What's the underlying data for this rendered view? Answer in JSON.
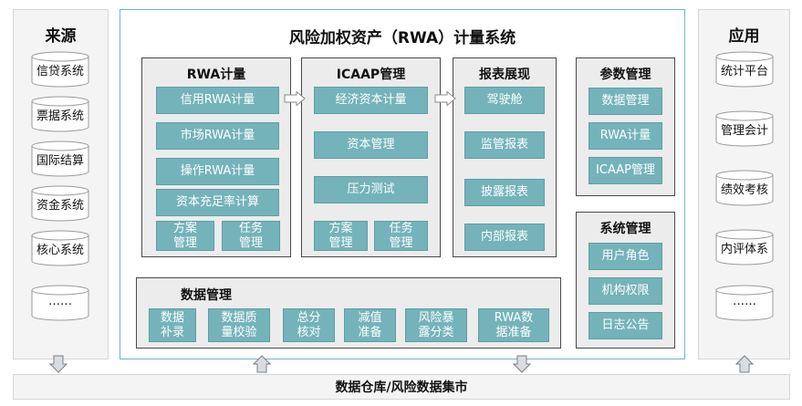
{
  "title": "风险加权资产（RWA）计量系统",
  "source": {
    "title": "来源",
    "items": [
      "信贷系统",
      "票据系统",
      "国际结算",
      "资金系统",
      "核心系统",
      "……"
    ]
  },
  "application": {
    "title": "应用",
    "items": [
      "统计平台",
      "管理会计",
      "绩效考核",
      "内评体系",
      "……"
    ]
  },
  "rwa_calc": {
    "title": "RWA计量",
    "items": [
      "信用RWA计量",
      "市场RWA计量",
      "操作RWA计量",
      "资本充足率计算"
    ],
    "sub_left": "方案\n管理",
    "sub_right": "任务\n管理"
  },
  "icaap": {
    "title": "ICAAP管理",
    "items": [
      "经济资本计量",
      "资本管理",
      "压力测试"
    ],
    "sub_left": "方案\n管理",
    "sub_right": "任务\n管理"
  },
  "report": {
    "title": "报表展现",
    "items": [
      "驾驶舱",
      "监管报表",
      "披露报表",
      "内部报表"
    ]
  },
  "params": {
    "title": "参数管理",
    "items": [
      "数据管理",
      "RWA计量",
      "ICAAP管理"
    ]
  },
  "sysmgmt": {
    "title": "系统管理",
    "items": [
      "用户角色",
      "机构权限",
      "日志公告"
    ]
  },
  "datamgmt": {
    "title": "数据管理",
    "items": [
      "数据\n补录",
      "数据质\n量校验",
      "总分\n核对",
      "减值\n准备",
      "风险暴\n露分类",
      "RWA数\n据准备"
    ]
  },
  "bottom": "数据仓库/风险数据集市",
  "colors": {
    "teal": "#74b3ba",
    "border_blue": "#6fb3d6",
    "box_bg": "#ececec"
  }
}
